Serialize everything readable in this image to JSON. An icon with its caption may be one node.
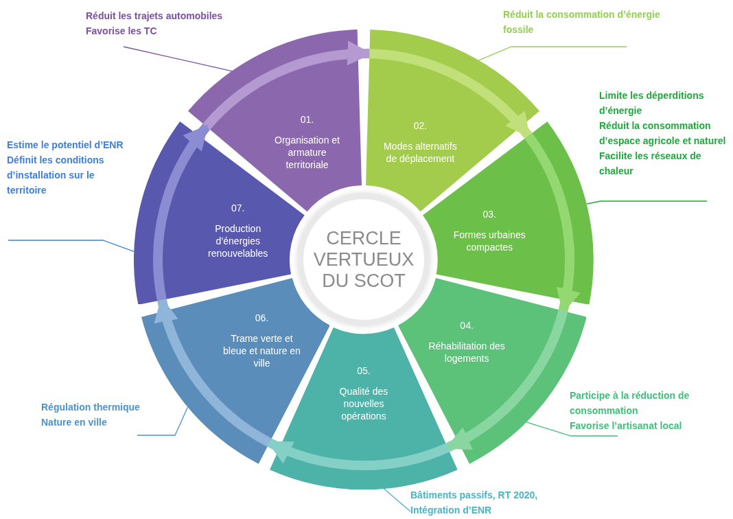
{
  "diagram": {
    "nodes": [
      {
        "text": [
          "CERCLE VERTUEUX DU SCOT"
        ]
      },
      {
        "text": [
          "01.",
          "Organisation et armature territoriale"
        ]
      },
      {
        "text": [
          "02.",
          "Modes alternatifs de déplacement"
        ]
      },
      {
        "text": [
          "03.",
          "Formes urbaines compactes"
        ]
      },
      {
        "text": [
          "04.",
          "Réhabilitation des logements"
        ]
      },
      {
        "text": [
          "05.",
          "Qualité des nouvelles opérations"
        ]
      },
      {
        "text": [
          "06.",
          "Trame verte et bleue et nature en ville"
        ]
      },
      {
        "text": [
          "07.",
          "Production d’énergies renouvelables"
        ]
      },
      {
        "text": [
          "Réduit les trajets automobiles",
          "Favorise les TC"
        ]
      },
      {
        "text": [
          "Réduit la consommation d’énergie fossile"
        ]
      },
      {
        "text": [
          "Limite les déperditions d’énergie",
          "Réduit la consommation d’espace agricole et naturel",
          "Facilite les réseaux de chaleur"
        ]
      },
      {
        "text": [
          "Participe à la réduction de consommation",
          "Favorise l’artisanat local"
        ]
      },
      {
        "text": [
          "Bâtiments passifs, RT 2020, Intégration d’ENR"
        ]
      },
      {
        "text": [
          "Régulation thermique",
          "Nature en ville"
        ]
      },
      {
        "text": [
          "Estime le potentiel d’ENR",
          "Définit les conditions d’installation sur le territoire"
        ]
      }
    ],
    "edges": [
      {
        "from": 1,
        "to": 2,
        "arrow": "to",
        "style": "thick",
        "color": "#b49ad0"
      },
      {
        "from": 2,
        "to": 3,
        "arrow": "to",
        "style": "thick",
        "color": "#c2e07a"
      },
      {
        "from": 3,
        "to": 4,
        "arrow": "to",
        "style": "thick",
        "color": "#94d872"
      },
      {
        "from": 4,
        "to": 5,
        "arrow": "to",
        "style": "thick",
        "color": "#8ad6a0"
      },
      {
        "from": 5,
        "to": 6,
        "arrow": "to",
        "style": "thick",
        "color": "#84d0c6"
      },
      {
        "from": 6,
        "to": 7,
        "arrow": "to",
        "style": "thick",
        "color": "#8fb6d8"
      },
      {
        "from": 7,
        "to": 1,
        "arrow": "to",
        "style": "thick",
        "color": "#8c8cd2"
      },
      {
        "from": 8,
        "to": 1,
        "arrow": "none",
        "color": "#7b4fa3"
      },
      {
        "from": 9,
        "to": 2,
        "arrow": "none",
        "color": "#92d050"
      },
      {
        "from": 10,
        "to": 3,
        "arrow": "none",
        "color": "#1daa3b"
      },
      {
        "from": 11,
        "to": 4,
        "arrow": "none",
        "color": "#3fbf78"
      },
      {
        "from": 12,
        "to": 5,
        "arrow": "none",
        "color": "#4bb3c4"
      },
      {
        "from": 13,
        "to": 6,
        "arrow": "none",
        "color": "#4a93cc"
      },
      {
        "from": 14,
        "to": 7,
        "arrow": "none",
        "color": "#3d7fd9"
      }
    ]
  }
}
